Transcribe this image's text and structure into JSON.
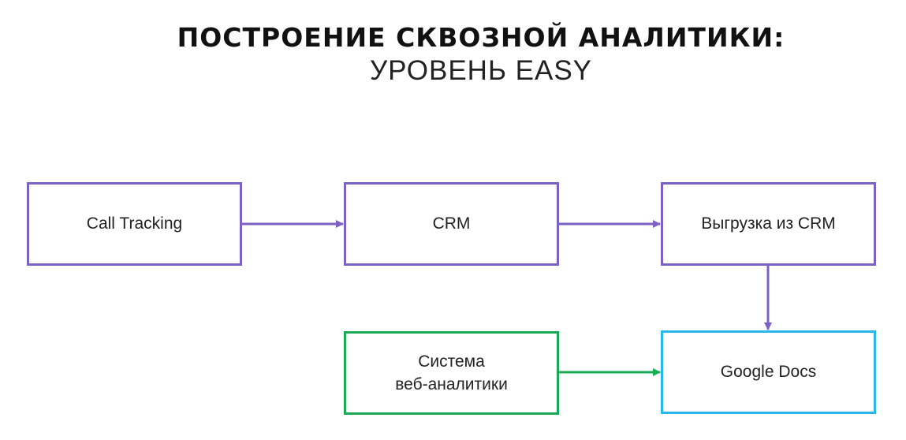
{
  "title": "ПОСТРОЕНИЕ СКВОЗНОЙ АНАЛИТИКИ:",
  "subtitle": "УРОВЕНЬ EASY",
  "colors": {
    "purple": "#7b61c4",
    "green": "#1aaa55",
    "blue": "#29b6e8"
  },
  "nodes": {
    "call_tracking": "Call Tracking",
    "crm": "CRM",
    "crm_export": "Выгрузка из CRM",
    "web_analytics": "Система\nвеб-аналитики",
    "google_docs": "Google Docs"
  },
  "edges": [
    {
      "from": "Call Tracking",
      "to": "CRM"
    },
    {
      "from": "CRM",
      "to": "Выгрузка из CRM"
    },
    {
      "from": "Выгрузка из CRM",
      "to": "Google Docs"
    },
    {
      "from": "Система веб-аналитики",
      "to": "Google Docs"
    }
  ]
}
